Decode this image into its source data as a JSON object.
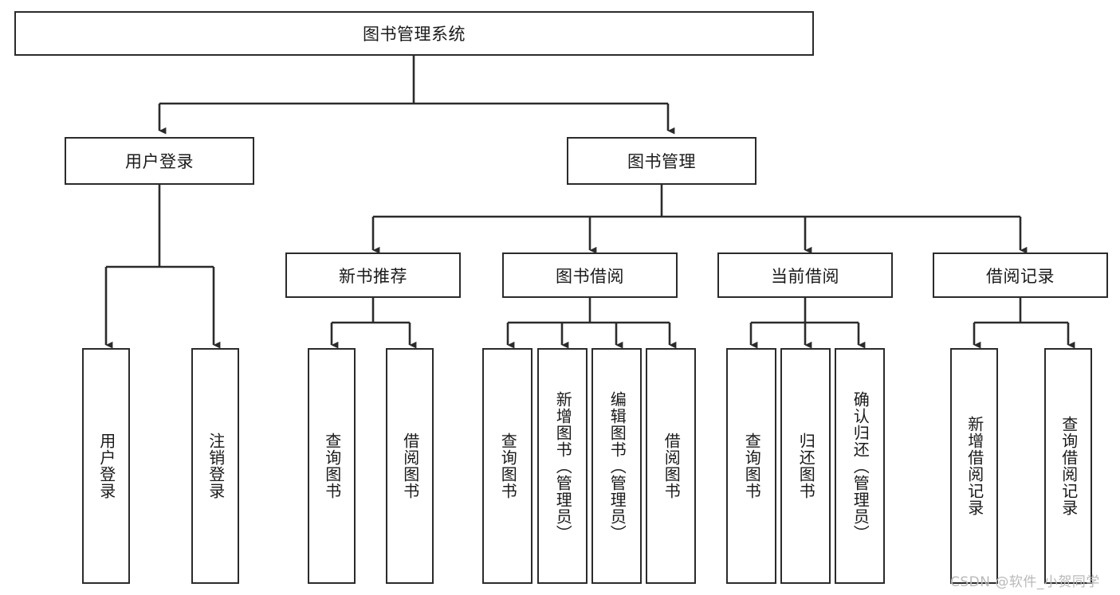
{
  "diagram": {
    "type": "hierarchy-tree",
    "title": "图书管理系统",
    "root": {
      "label": "图书管理系统"
    },
    "level2": [
      {
        "label": "用户登录"
      },
      {
        "label": "图书管理"
      }
    ],
    "level3": [
      {
        "label": "新书推荐"
      },
      {
        "label": "图书借阅"
      },
      {
        "label": "当前借阅"
      },
      {
        "label": "借阅记录"
      }
    ],
    "leaves": {
      "user_login": [
        {
          "label": "用户登录"
        },
        {
          "label": "注销登录"
        }
      ],
      "new_book_recommend": [
        {
          "label": "查询图书"
        },
        {
          "label": "借阅图书"
        }
      ],
      "book_borrow": [
        {
          "label": "查询图书"
        },
        {
          "label": "新增图书（管理员）"
        },
        {
          "label": "编辑图书（管理员）"
        },
        {
          "label": "借阅图书"
        }
      ],
      "current_borrow": [
        {
          "label": "查询图书"
        },
        {
          "label": "归还图书"
        },
        {
          "label": "确认归还（管理员）"
        }
      ],
      "borrow_record": [
        {
          "label": "新增借阅记录"
        },
        {
          "label": "查询借阅记录"
        }
      ]
    }
  },
  "watermark": {
    "text": "CSDN @软件_小贺同学"
  },
  "colors": {
    "stroke": "#2b2b2b",
    "fill": "#ffffff",
    "text": "#1a1a1a",
    "watermark": "#b9b9b9"
  }
}
